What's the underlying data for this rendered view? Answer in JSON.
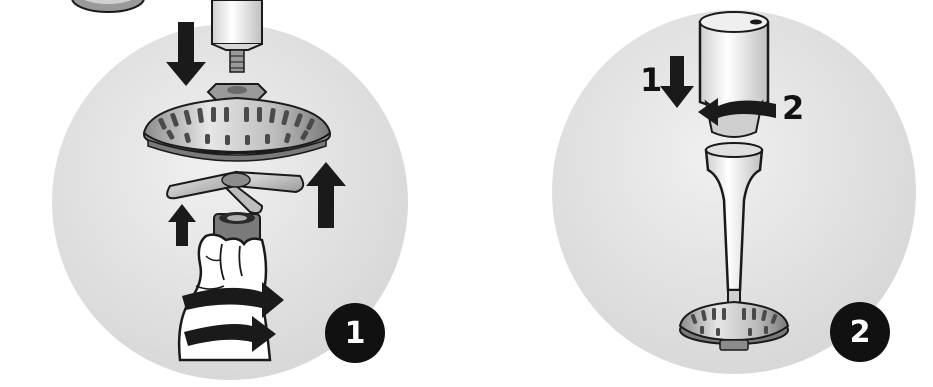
{
  "panel1": {
    "step_number": "1"
  },
  "panel2": {
    "step_number": "2",
    "arrow_label_1": "1",
    "arrow_label_2": "2"
  },
  "colors": {
    "circle_bg": "#e2e2e2",
    "outline": "#1a1a1a",
    "metal_light": "#d8d8d8",
    "metal_mid": "#a8a8a8",
    "metal_dark": "#707070",
    "badge": "#111111"
  },
  "icons": [
    "down-arrow-icon",
    "up-arrow-icon",
    "rotate-arrow-icon"
  ]
}
